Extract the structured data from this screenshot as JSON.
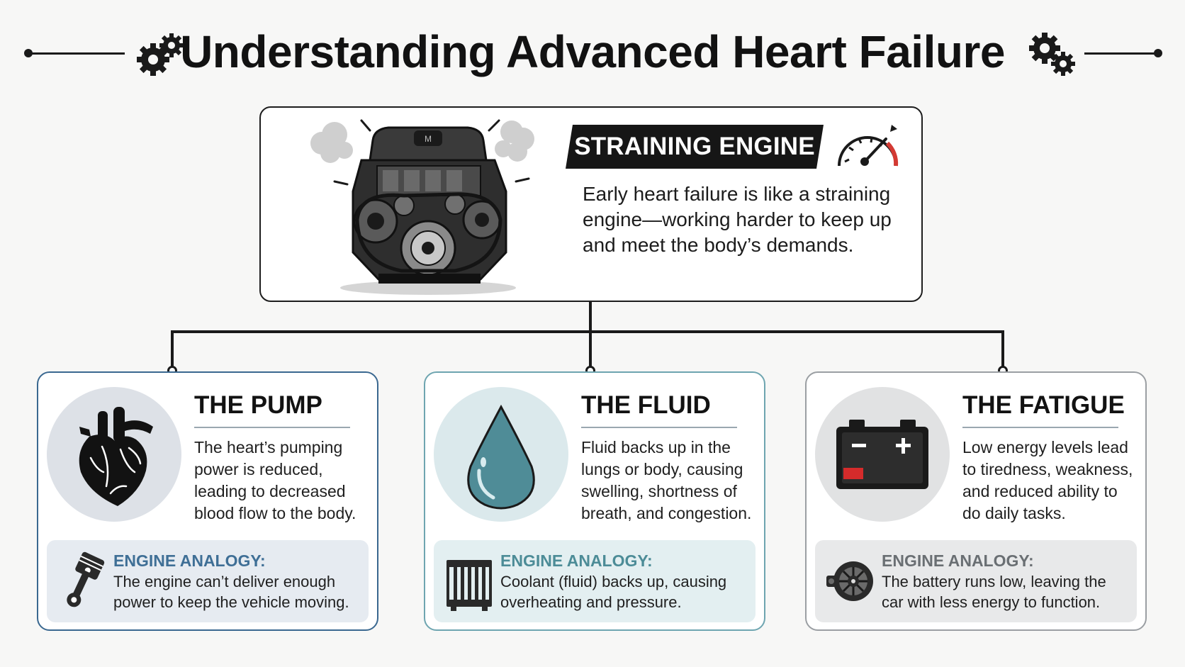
{
  "header": {
    "title": "Understanding Advanced Heart Failure"
  },
  "icons": {
    "left_gear": "gears-icon",
    "right_gear": "gears-icon",
    "engine": "engine-illustration",
    "gauge": "gauge-icon",
    "heart": "heart-icon",
    "drop": "water-drop-icon",
    "battery": "battery-icon",
    "piston": "piston-icon",
    "radiator": "radiator-icon",
    "alternator": "alternator-icon"
  },
  "top_card": {
    "banner": "STRAINING ENGINE",
    "description": "Early heart failure is like a straining engine—working harder to keep up and meet the body’s demands."
  },
  "cards": [
    {
      "title": "THE PUMP",
      "description": "The heart’s pumping power is reduced, leading to decreased blood flow to the body.",
      "analogy_label": "ENGINE ANALOGY:",
      "analogy_text": "The engine can’t deliver enough power to keep the vehicle moving.",
      "accent": "#3f6f96",
      "border": "#3a6890",
      "panel": "#e6ebf1",
      "circle": "#dde1e7"
    },
    {
      "title": "THE FLUID",
      "description": "Fluid backs up in the lungs or body, causing swelling, shortness of breath, and congestion.",
      "analogy_label": "ENGINE ANALOGY:",
      "analogy_text": "Coolant (fluid) backs up, causing overheating and pressure.",
      "accent": "#4c8c97",
      "border": "#6ea5b0",
      "panel": "#e3eff1",
      "circle": "#dbe9ec"
    },
    {
      "title": "THE FATIGUE",
      "description": "Low energy levels lead to tiredness, weakness, and reduced ability to do daily tasks.",
      "analogy_label": "ENGINE ANALOGY:",
      "analogy_text": "The battery runs low, leaving the car with less energy to function.",
      "accent": "#6a6f73",
      "border": "#9b9fa3",
      "panel": "#e8e9ea",
      "circle": "#e1e2e3"
    }
  ]
}
